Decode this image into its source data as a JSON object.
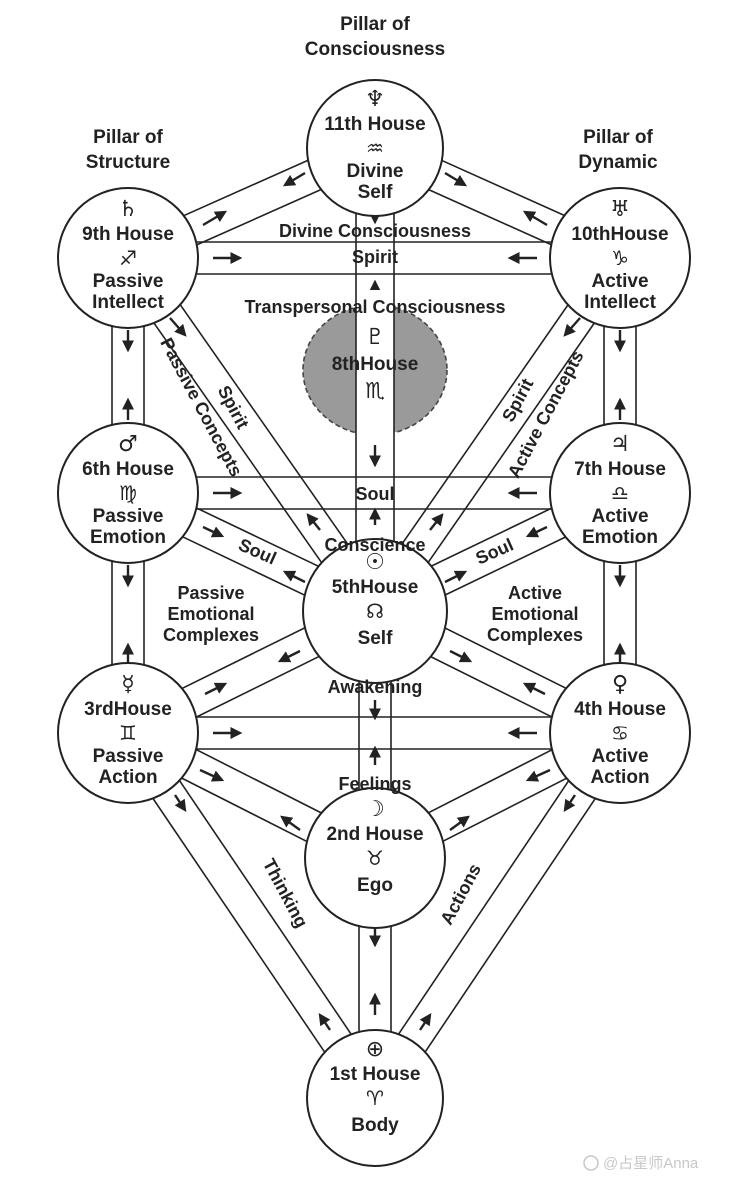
{
  "pillars": {
    "consciousness": [
      "Pillar of",
      "Consciousness"
    ],
    "structure": [
      "Pillar of",
      "Structure"
    ],
    "dynamic": [
      "Pillar of",
      "Dynamic"
    ]
  },
  "nodes": {
    "h11": {
      "symbol_top": "♆",
      "title": "11th House",
      "symbol": "♒",
      "lines": [
        "Divine",
        "Self"
      ]
    },
    "h9": {
      "symbol_top": "♄",
      "title": "9th House",
      "symbol": "♐",
      "lines": [
        "Passive",
        "Intellect"
      ]
    },
    "h10": {
      "symbol_top": "♅",
      "title": "10thHouse",
      "symbol": "♑",
      "lines": [
        "Active",
        "Intellect"
      ]
    },
    "h8": {
      "symbol_top": "♇",
      "title": "8thHouse",
      "symbol": "♏",
      "lines": []
    },
    "h6": {
      "symbol_top": "♂",
      "title": "6th House",
      "symbol": "♍",
      "lines": [
        "Passive",
        "Emotion"
      ]
    },
    "h7": {
      "symbol_top": "♃",
      "title": "7th House",
      "symbol": "♎",
      "lines": [
        "Active",
        "Emotion"
      ]
    },
    "h5": {
      "symbol_top": "☉",
      "title": "5thHouse",
      "symbol": "☊",
      "lines": [
        "Self"
      ]
    },
    "h3": {
      "symbol_top": "☿",
      "title": "3rdHouse",
      "symbol": "♊",
      "lines": [
        "Passive",
        "Action"
      ]
    },
    "h4": {
      "symbol_top": "♀",
      "title": "4th House",
      "symbol": "♋",
      "lines": [
        "Active",
        "Action"
      ]
    },
    "h2": {
      "symbol_top": "☽",
      "title": "2nd House",
      "symbol": "♉",
      "lines": [
        "Ego"
      ]
    },
    "h1": {
      "symbol_top": "⊕",
      "title": "1st House",
      "symbol": "♈",
      "lines": [
        "Body"
      ]
    }
  },
  "path_labels": {
    "divine_consciousness": "Divine Consciousness",
    "spirit_horizontal": "Spirit",
    "transpersonal_consciousness": "Transpersonal Consciousness",
    "spirit_left_diag": "Spirit",
    "passive_concepts": "Passive Concepts",
    "spirit_right_diag": "Spirit",
    "active_concepts": "Active Concepts",
    "soul_horizontal": "Soul",
    "conscience": "Conscience",
    "soul_left": "Soul",
    "soul_right": "Soul",
    "passive_emotional_complexes": [
      "Passive",
      "Emotional",
      "Complexes"
    ],
    "active_emotional_complexes": [
      "Active",
      "Emotional",
      "Complexes"
    ],
    "awakening": "Awakening",
    "feelings": "Feelings",
    "thinking": "Thinking",
    "actions": "Actions"
  },
  "watermark": "@占星师Anna",
  "colors": {
    "ink": "#222222",
    "shaded": "#9a9a9a",
    "background": "#ffffff"
  }
}
